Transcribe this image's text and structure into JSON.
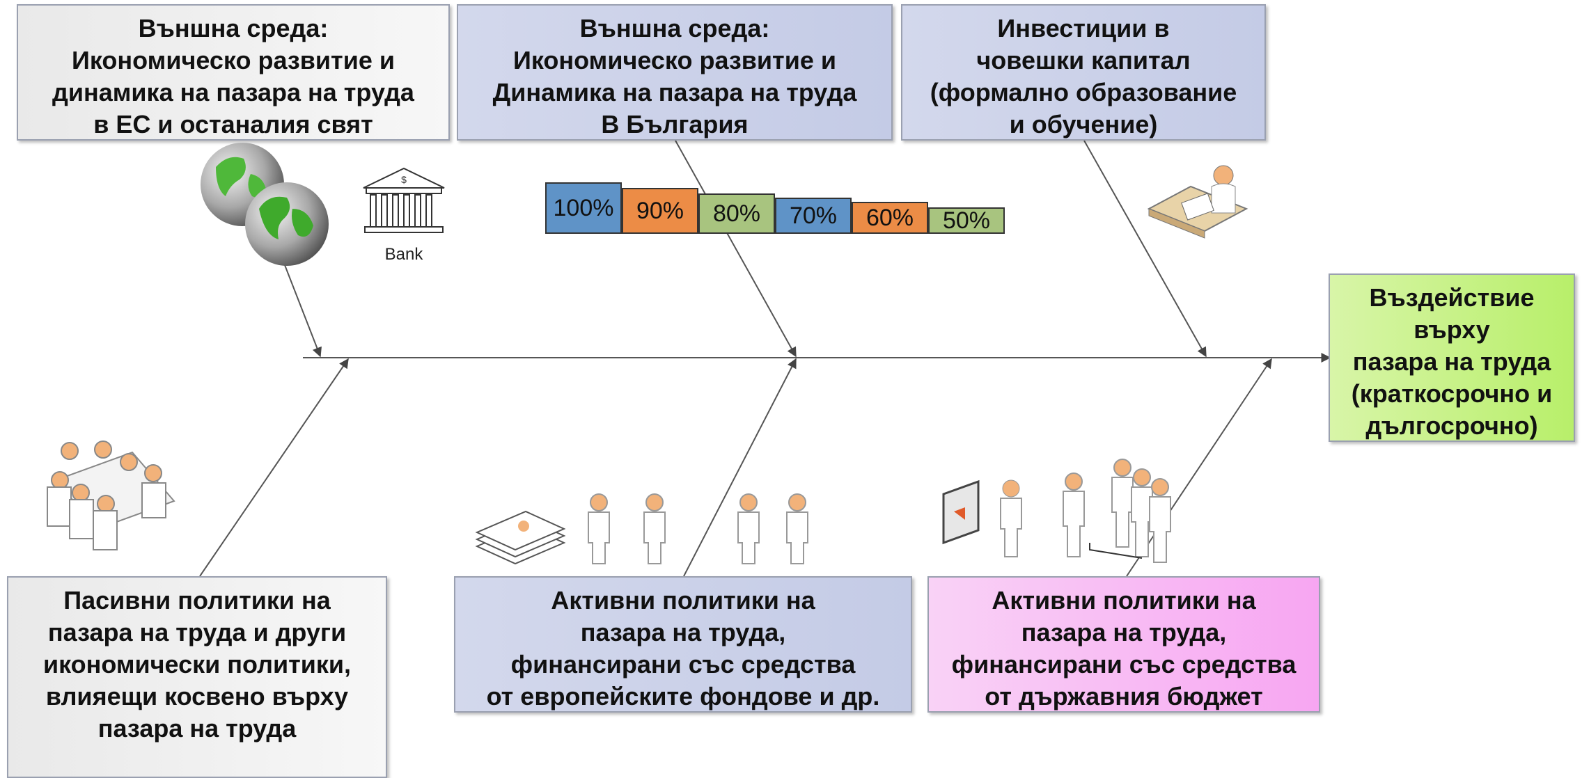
{
  "boxes": {
    "top_left": [
      "Външна среда:",
      "Икономическо развитие и",
      "динамика на пазара на труда",
      "в ЕС и останалия свят"
    ],
    "top_middle": [
      "Външна среда:",
      "Икономическо развитие и",
      "Динамика на пазара на труда",
      "В България"
    ],
    "top_right": [
      "Инвестиции в",
      "човешки капитал",
      "(формално образование",
      "и обучение)"
    ],
    "effect": [
      "Въздействие",
      "върху",
      "пазара на труда",
      "(краткосрочно и",
      "дългосрочно)"
    ],
    "bottom_left": [
      "Пасивни политики на",
      "пазара на труда и други",
      "икономически политики,",
      "влияещи косвено върху",
      "пазара на труда"
    ],
    "bottom_middle": [
      "Активни политики на",
      "пазара на труда,",
      "финансирани със средства",
      "от европейските фондове и др."
    ],
    "bottom_right": [
      "Активни политики на",
      "пазара на труда,",
      "финансирани със средства",
      "от държавния бюджет"
    ]
  },
  "bank_label": "Bank",
  "percent_bars": [
    {
      "label": "100%",
      "color": "#5f93c7"
    },
    {
      "label": "90%",
      "color": "#ec8c46"
    },
    {
      "label": "80%",
      "color": "#a8c47f"
    },
    {
      "label": "70%",
      "color": "#5f93c7"
    },
    {
      "label": "60%",
      "color": "#ec8c46"
    },
    {
      "label": "50%",
      "color": "#a8c47f"
    }
  ],
  "icons": [
    "globe-icon",
    "bank-icon",
    "person-at-desk-icon",
    "meeting-table-icon",
    "documents-icon",
    "person-icon",
    "presentation-icon",
    "group-icon"
  ]
}
